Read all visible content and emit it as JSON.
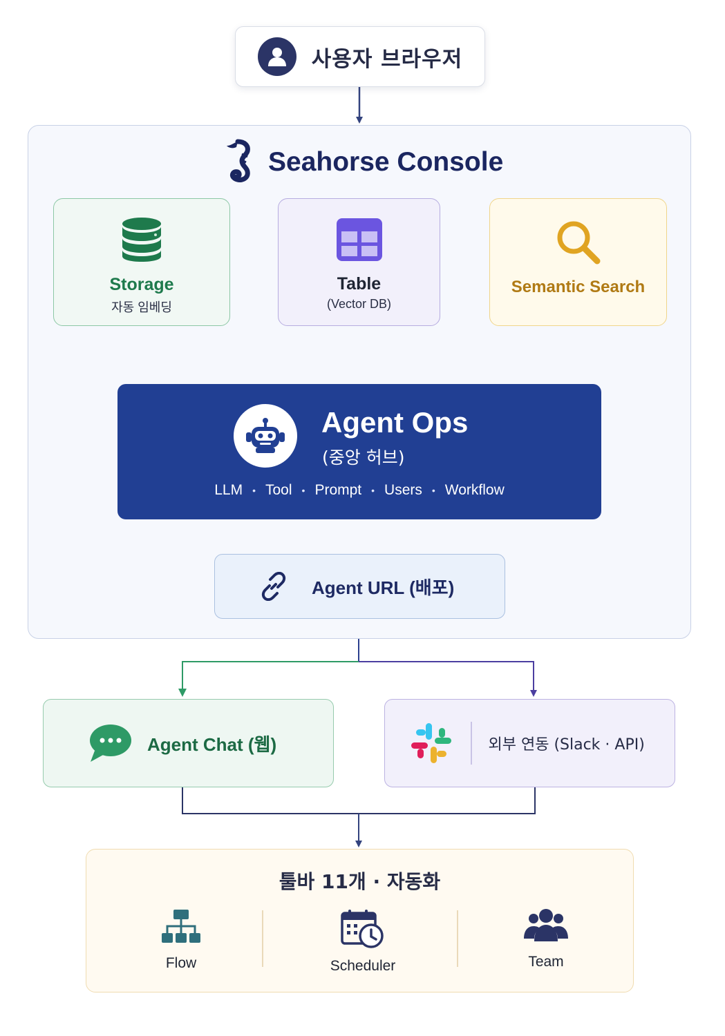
{
  "user": {
    "label": "사용자 브라우저",
    "icon": "user-avatar-icon"
  },
  "console": {
    "title": "Seahorse Console",
    "icon": "seahorse-logo-icon",
    "storage": {
      "title": "Storage",
      "subtitle": "자동 임베딩",
      "icon": "database-icon",
      "color": "#1e7a4c"
    },
    "table": {
      "title": "Table",
      "subtitle": "(Vector DB)",
      "icon": "table-grid-icon",
      "color": "#6b55e0"
    },
    "search": {
      "title": "Semantic Search",
      "icon": "magnifier-icon",
      "color": "#e0a422"
    },
    "agent_ops": {
      "title": "Agent Ops",
      "subtitle": "(중앙 허브)",
      "icon": "robot-icon",
      "tags": [
        "LLM",
        "Tool",
        "Prompt",
        "Users",
        "Workflow"
      ],
      "color": "#213f93"
    },
    "agent_url": {
      "label": "Agent URL (배포)",
      "icon": "link-icon"
    }
  },
  "channels": {
    "chat": {
      "label": "Agent Chat (웹)",
      "icon": "chat-bubble-icon",
      "color": "#1c6a44"
    },
    "external": {
      "label": "외부 연동 (Slack · API)",
      "icon": "slack-icon"
    }
  },
  "toolbar": {
    "title": "툴바 11개 · 자동화",
    "items": [
      {
        "label": "Flow",
        "icon": "flow-hierarchy-icon"
      },
      {
        "label": "Scheduler",
        "icon": "calendar-clock-icon"
      },
      {
        "label": "Team",
        "icon": "team-people-icon"
      }
    ]
  }
}
